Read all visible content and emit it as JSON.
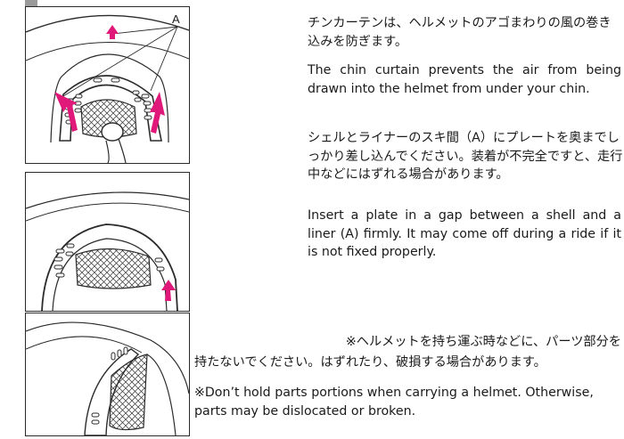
{
  "figures": {
    "fig1": {
      "callout_label": "A"
    }
  },
  "text": {
    "jp1": "チンカーテンは、ヘルメットのアゴまわりの風の巻き込みを防ぎます。",
    "en1": "The chin curtain prevents the air from being drawn into the helmet from under your chin.",
    "jp2": "シェルとライナーのスキ間（A）にプレートを奥までしっかり差し込んでください。装着が不完全ですと、走行中などにはずれる場合があります。",
    "en2": "Insert a plate in a gap between a shell and a liner (A) firmly. It may come off during a ride if it is not fixed properly.",
    "note_jp_line1": "※ヘルメットを持ち運ぶ時などに、パーツ部分を",
    "note_jp_line2": "持たないでください。はずれたり、破損する場合があります。",
    "note_en": "※Don’t hold parts portions when carrying a helmet. Otherwise, parts may be dislocated or broken."
  },
  "colors": {
    "arrow": "#e0187a",
    "line": "#2b2b2b",
    "border": "#2b2b2b"
  }
}
